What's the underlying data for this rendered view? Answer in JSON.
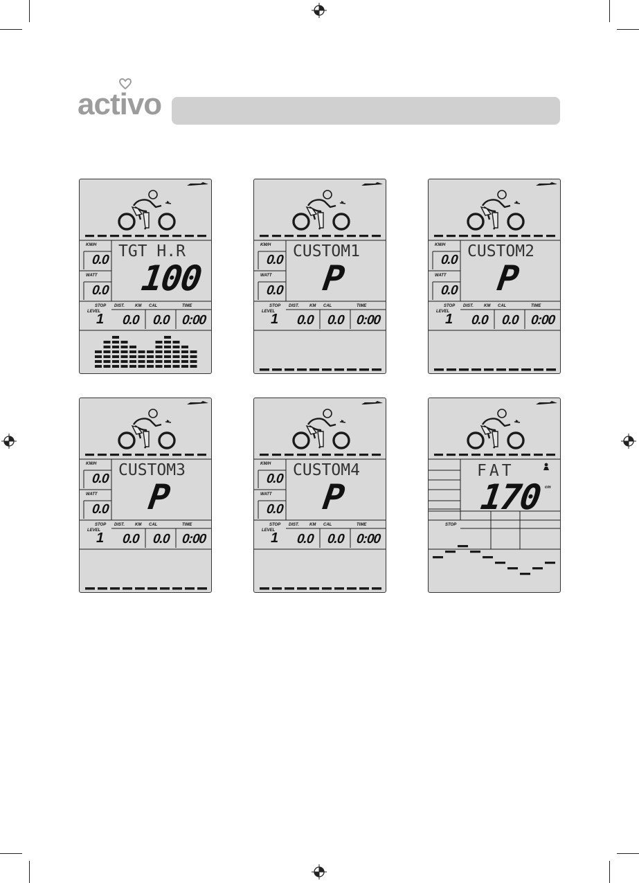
{
  "brand": {
    "name": "activo",
    "heart_icon": "heart-outline-icon"
  },
  "labels": {
    "kmh": "KM/H",
    "watt": "WATT",
    "stop": "STOP",
    "level": "LEVEL",
    "dist": "DIST.",
    "km": "KM",
    "cal": "CAL",
    "time": "TIME"
  },
  "panels": [
    {
      "mode": "TGT H.R",
      "value": "100",
      "kmh": "0.0",
      "watt": "0.0",
      "level": "1",
      "dist": "0.0",
      "cal": "0.0",
      "time": "0:00",
      "bottom": "bars",
      "profile": [
        4,
        6,
        7,
        6,
        5,
        4,
        4,
        6,
        7,
        6,
        5,
        4
      ]
    },
    {
      "mode": "CUSTOM1",
      "value": "P",
      "kmh": "0.0",
      "watt": "0.0",
      "level": "1",
      "dist": "0.0",
      "cal": "0.0",
      "time": "0:00",
      "bottom": "baseline"
    },
    {
      "mode": "CUSTOM2",
      "value": "P",
      "kmh": "0.0",
      "watt": "0.0",
      "level": "1",
      "dist": "0.0",
      "cal": "0.0",
      "time": "0:00",
      "bottom": "baseline"
    },
    {
      "mode": "CUSTOM3",
      "value": "P",
      "kmh": "0.0",
      "watt": "0.0",
      "level": "1",
      "dist": "0.0",
      "cal": "0.0",
      "time": "0:00",
      "bottom": "baseline"
    },
    {
      "mode": "CUSTOM4",
      "value": "P",
      "kmh": "0.0",
      "watt": "0.0",
      "level": "1",
      "dist": "0.0",
      "cal": "0.0",
      "time": "0:00",
      "bottom": "baseline"
    },
    {
      "mode": "FAT",
      "value": "170",
      "unit": "cm",
      "person_icon": "person-icon",
      "bottom": "wave",
      "wave": [
        2,
        3,
        4,
        3,
        2,
        1,
        0,
        -1,
        0,
        1
      ]
    }
  ]
}
